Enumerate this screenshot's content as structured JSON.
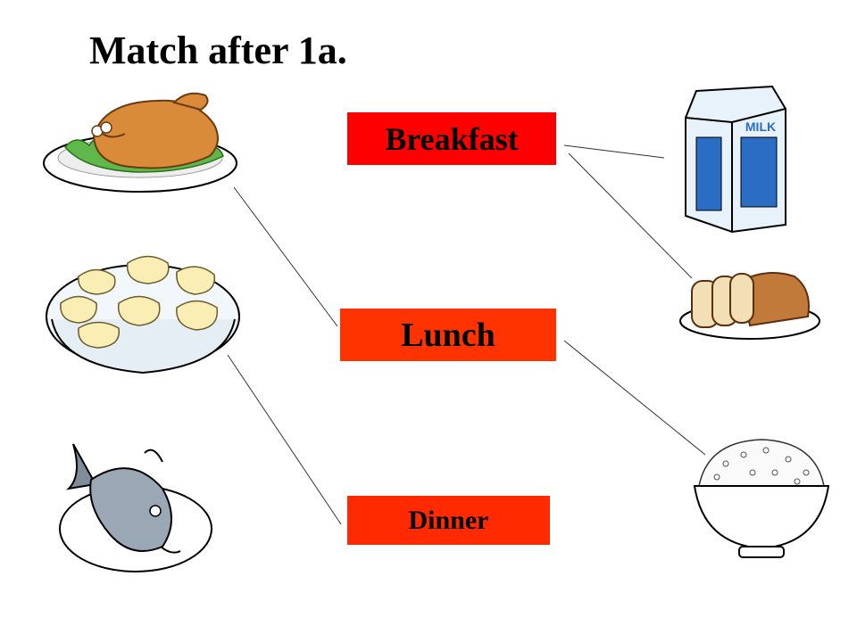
{
  "title": "Match after 1a.",
  "meals": {
    "breakfast": "Breakfast",
    "lunch": "Lunch",
    "dinner": "Dinner"
  },
  "milk_carton_text": "MILK",
  "colors": {
    "breakfast_box": "#ff0000",
    "lunch_box": "#ff3300",
    "dinner_box": "#ff2a00",
    "line": "#333333"
  },
  "icons": {
    "left": [
      "roast-chicken-icon",
      "dumplings-icon",
      "fish-icon"
    ],
    "right": [
      "milk-carton-icon",
      "bread-icon",
      "rice-bowl-icon"
    ]
  }
}
